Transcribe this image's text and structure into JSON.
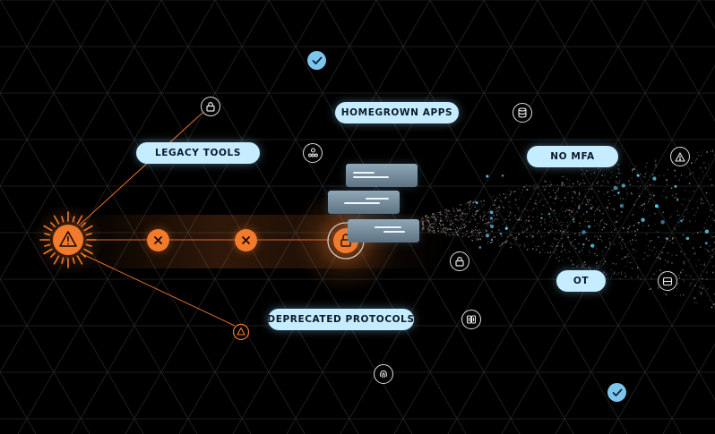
{
  "labels": {
    "legacy_tools": "LEGACY TOOLS",
    "homegrown_apps": "HOMEGROWN APPS",
    "no_mfa": "NO MFA",
    "ot": "OT",
    "deprecated_protocols": "DEPRECATED PROTOCOLS"
  },
  "colors": {
    "background": "#000000",
    "grid_line": "#2a2a2a",
    "accent_orange": "#f27a2b",
    "pill_fill": "#c6ecff",
    "pill_text": "#0a1a2a",
    "check_blue": "#7cc6ee",
    "particle_blue": "#5fd0ff"
  },
  "icons": {
    "top_lock": "lock-icon",
    "legacy_tools": "users-icon",
    "homegrown_apps": "database-icon",
    "no_mfa": "warning-icon",
    "ot": "server-icon",
    "deprecated_protocols": "protocol-icon",
    "mid_lock": "lock-icon",
    "bottom_fingerprint": "fingerprint-icon",
    "source_alert": "warning-icon",
    "bottom_alert": "warning-icon",
    "blocked": "x-icon",
    "locked_node": "lock-icon",
    "verified": "check-icon"
  }
}
